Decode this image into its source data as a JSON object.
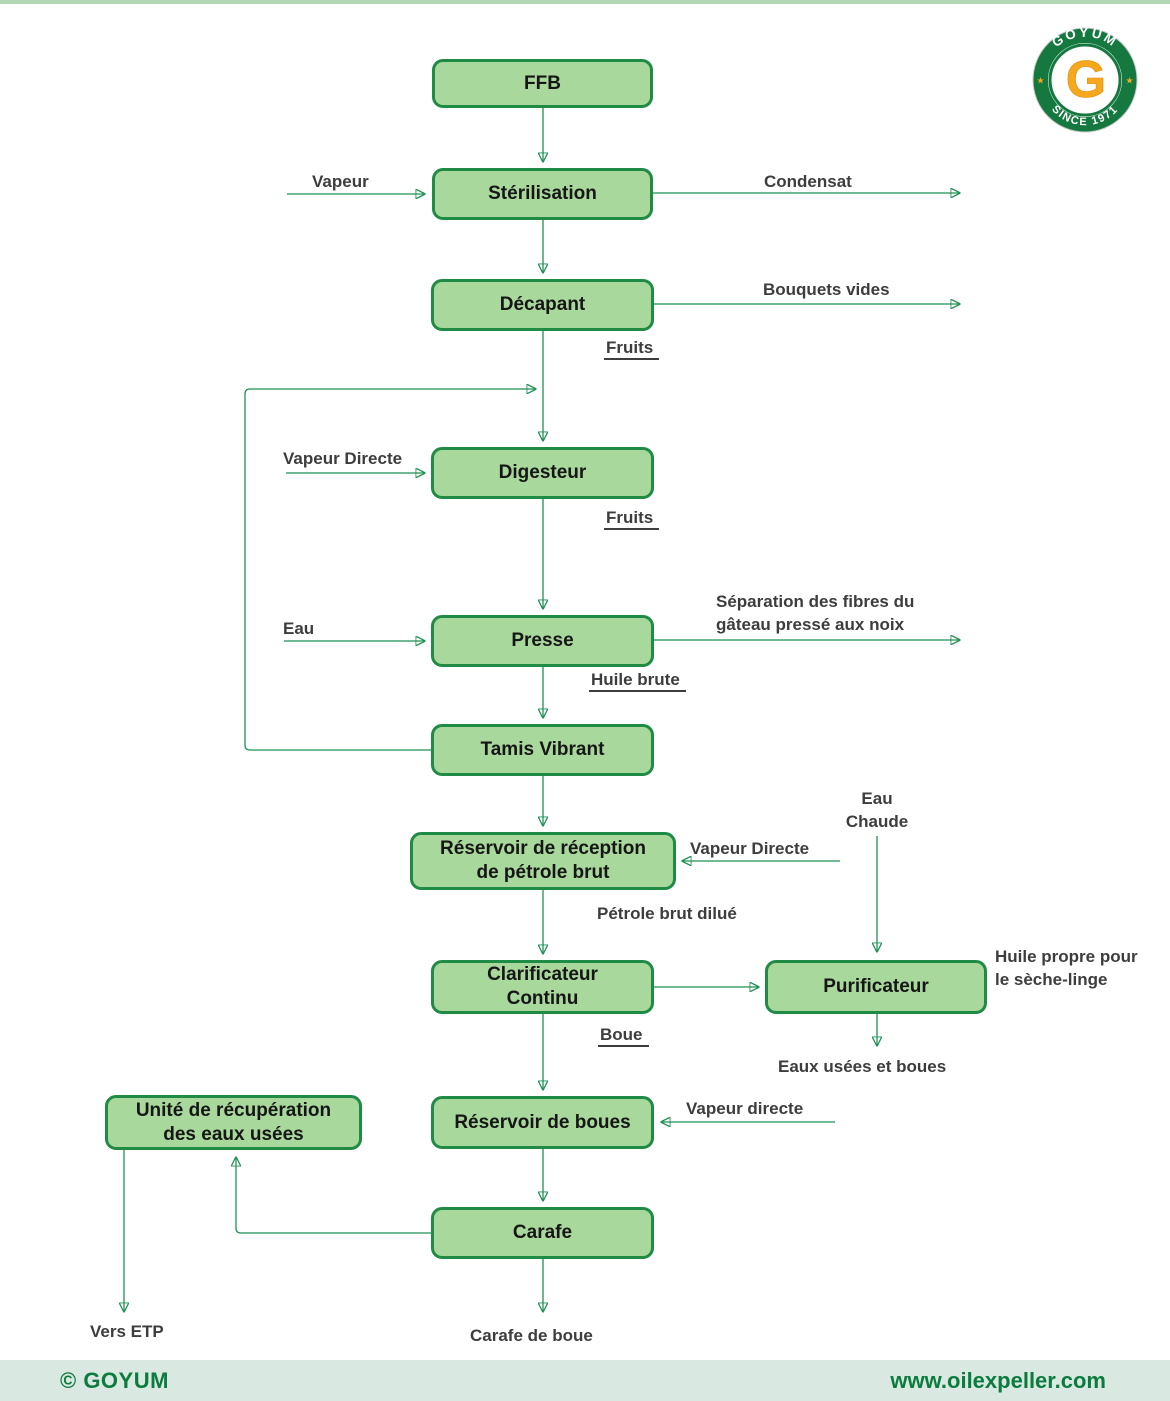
{
  "nodes": {
    "ffb": "FFB",
    "sterilisation": "Stérilisation",
    "decapant": "Décapant",
    "digesteur": "Digesteur",
    "presse": "Presse",
    "tamis_vibrant": "Tamis Vibrant",
    "reservoir_reception": "Réservoir de réception de pétrole brut",
    "clarificateur_continu": "Clarificateur Continu",
    "purificateur": "Purificateur",
    "unite_recuperation": "Unité de récupération des eaux usées",
    "reservoir_boues": "Réservoir de boues",
    "carafe": "Carafe"
  },
  "labels": {
    "vapeur": "Vapeur",
    "condensat": "Condensat",
    "bouquets_vides": "Bouquets vides",
    "fruits_1": "Fruits",
    "vapeur_directe_left": "Vapeur Directe",
    "fruits_2": "Fruits",
    "eau": "Eau",
    "separation_fibres": "Séparation des fibres du gâteau pressé aux noix",
    "huile_brute": "Huile brute",
    "eau_chaude": "Eau Chaude",
    "vapeur_directe_right": "Vapeur Directe",
    "petrole_brut_dilue": "Pétrole brut dilué",
    "boue": "Boue",
    "huile_propre": "Huile propre pour le sèche-linge",
    "eaux_usees_et_boues": "Eaux usées et boues",
    "vapeur_directe_bottom": "Vapeur directe",
    "vers_etp": "Vers ETP",
    "carafe_de_boue": "Carafe de boue"
  },
  "logo": {
    "brand": "GOYUM",
    "since": "SINCE 1971",
    "initial": "G",
    "star": "★"
  },
  "footer": {
    "copyright": "© GOYUM",
    "website": "www.oilexpeller.com"
  },
  "colors": {
    "box_fill": "#a8d89b",
    "box_border": "#1f8b45",
    "arrow_green": "#1f9155",
    "label_gray": "#3d3d3d",
    "footer_bg": "#d9e8e1",
    "footer_text": "#0b7b3e",
    "top_strip": "#b2d8b4",
    "logo_green": "#15793f",
    "logo_orange": "#f5a81e"
  }
}
